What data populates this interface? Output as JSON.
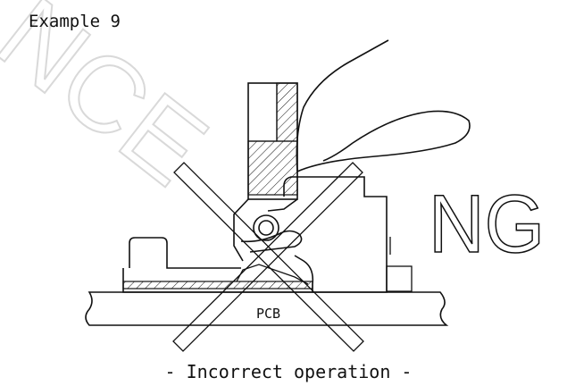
{
  "title": "Example 9",
  "verdict": "NG",
  "board_label": "PCB",
  "caption": "- Incorrect operation -",
  "watermark": "NCE",
  "colors": {
    "line": "#111111",
    "watermark": "#d9d9d9",
    "background": "#ffffff"
  }
}
